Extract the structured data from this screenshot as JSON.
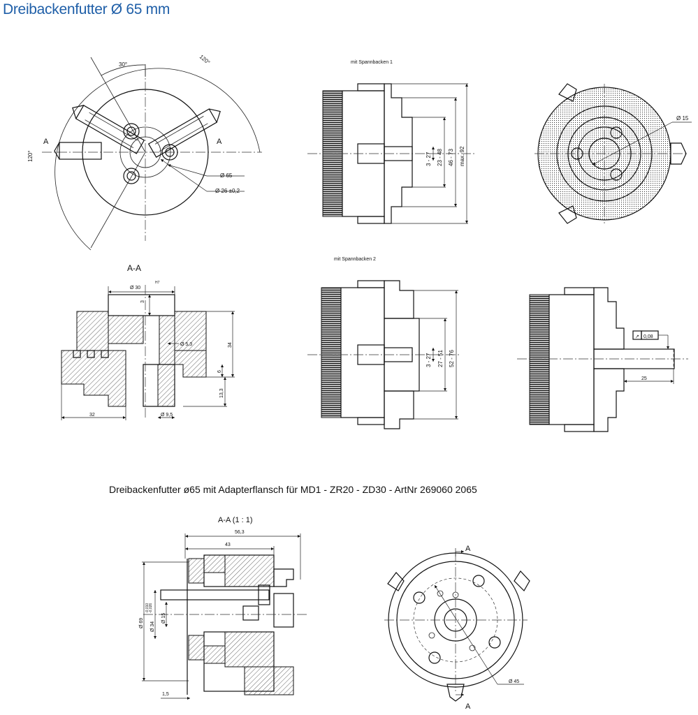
{
  "title": "Dreibackenfutter Ø 65 mm",
  "subtitle": "Dreibackenfutter ø65 mit Adapterflansch für MD1 - ZR20 - ZD30 - ArtNr 269060 2065",
  "views": {
    "front": {
      "angle_30": "30°",
      "angle_120a": "120°",
      "angle_120b": "120°",
      "section_a_left": "A",
      "section_a_right": "A",
      "dia_65": "Ø 65",
      "dia_26": "Ø 26 ±0,2"
    },
    "side1": {
      "caption": "mit Spannbacken 1",
      "dim_a": "3 - 27",
      "dim_b": "23 - 48",
      "dim_c": "46 - 73",
      "dim_d": "max. 92"
    },
    "rear": {
      "dia_15": "Ø 15"
    },
    "section": {
      "caption": "A-A",
      "dia_30": "Ø 30",
      "fit_h7": "H7",
      "dim_3": "3",
      "dia_53": "Ø 5,3",
      "dim_34": "34",
      "dim_6": "6",
      "dim_133": "13,3",
      "dia_95": "Ø 9,5",
      "dim_32": "32"
    },
    "side2": {
      "caption": "mit Spannbacken 2",
      "dim_a": "3 - 27",
      "dim_b": "27 - 51",
      "dim_c": "52 - 76"
    },
    "runout": {
      "tolerance_symbol": "↗",
      "tolerance_value": "0,08",
      "dim_25": "25"
    },
    "adapter_section": {
      "caption": "A-A (1 : 1)",
      "dim_563": "56,3",
      "dim_43": "43",
      "dia_69": "Ø 69",
      "dia_34": "Ø 34",
      "tol_upper": "-0,010",
      "tol_lower": "-0,026",
      "dia_15": "Ø 15",
      "dim_15": "1,5"
    },
    "adapter_front": {
      "section_a_top": "A",
      "section_a_bottom": "A",
      "dia_45": "Ø 45"
    }
  }
}
